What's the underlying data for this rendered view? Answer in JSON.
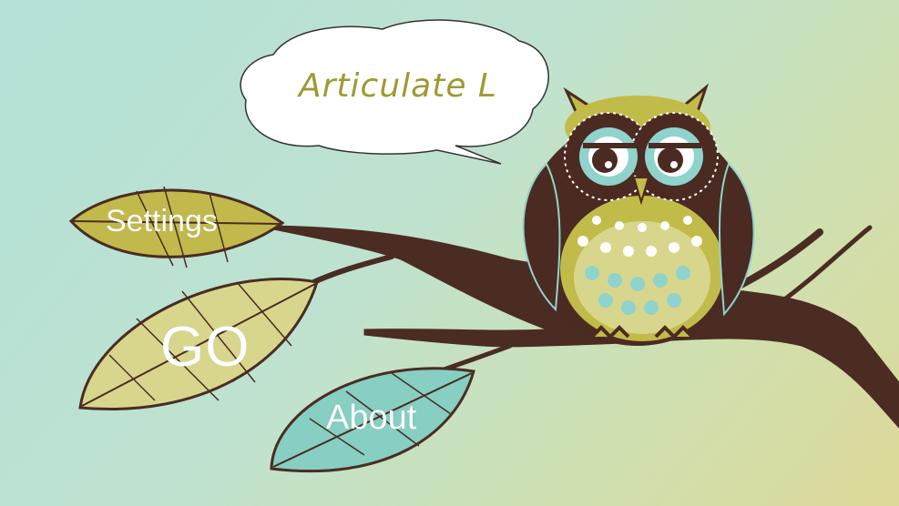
{
  "app": {
    "title": "Articulate L"
  },
  "menu": {
    "settings_label": "Settings",
    "go_label": "GO",
    "about_label": "About"
  },
  "colors": {
    "background_start": "#b3e0d8",
    "background_end": "#dcd898",
    "branch": "#4a2c22",
    "leaf_olive": "#c2b94c",
    "leaf_pale": "#d8d68c",
    "leaf_teal": "#86cfc2",
    "title_text": "#9e9a33",
    "owl_body": "#4b2a22",
    "owl_chest": "#c1bb4a",
    "owl_accent": "#8fd3cc"
  },
  "icons": {
    "mascot": "owl-icon",
    "speech": "speech-bubble-icon"
  }
}
